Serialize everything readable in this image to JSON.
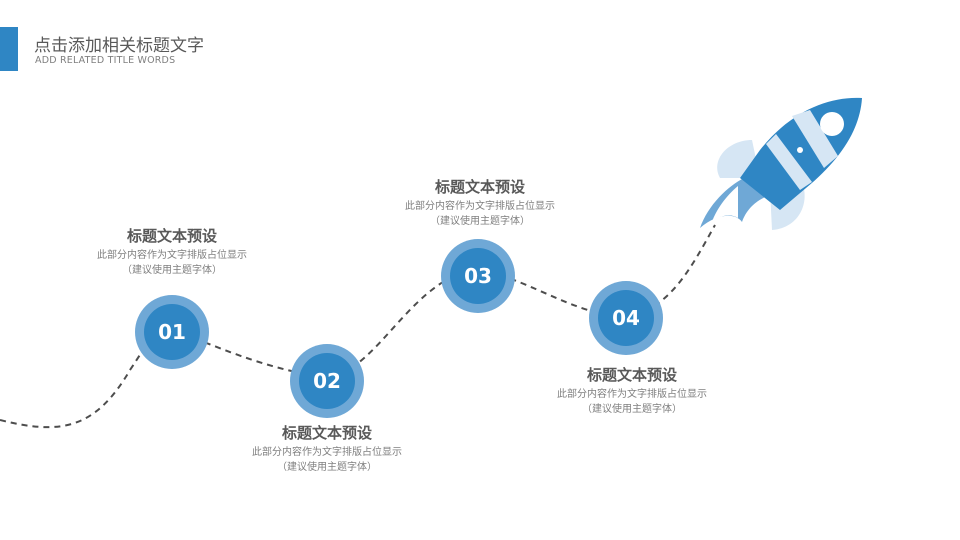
{
  "header": {
    "title": "点击添加相关标题文字",
    "subtitle": "ADD RELATED TITLE WORDS"
  },
  "steps": [
    {
      "number": "01",
      "heading": "标题文本预设",
      "line1": "此部分内容作为文字排版占位显示",
      "line2": "（建议使用主题字体）"
    },
    {
      "number": "02",
      "heading": "标题文本预设",
      "line1": "此部分内容作为文字排版占位显示",
      "line2": "（建议使用主题字体）"
    },
    {
      "number": "03",
      "heading": "标题文本预设",
      "line1": "此部分内容作为文字排版占位显示",
      "line2": "（建议使用主题字体）"
    },
    {
      "number": "04",
      "heading": "标题文本预设",
      "line1": "此部分内容作为文字排版占位显示",
      "line2": "（建议使用主题字体）"
    }
  ],
  "colors": {
    "accent": "#2f86c4",
    "ring": "#6fa8d6",
    "rocket_light": "#d6e6f4",
    "path": "#4d4d4d"
  },
  "decorations": {
    "rocket": "rocket-icon"
  }
}
